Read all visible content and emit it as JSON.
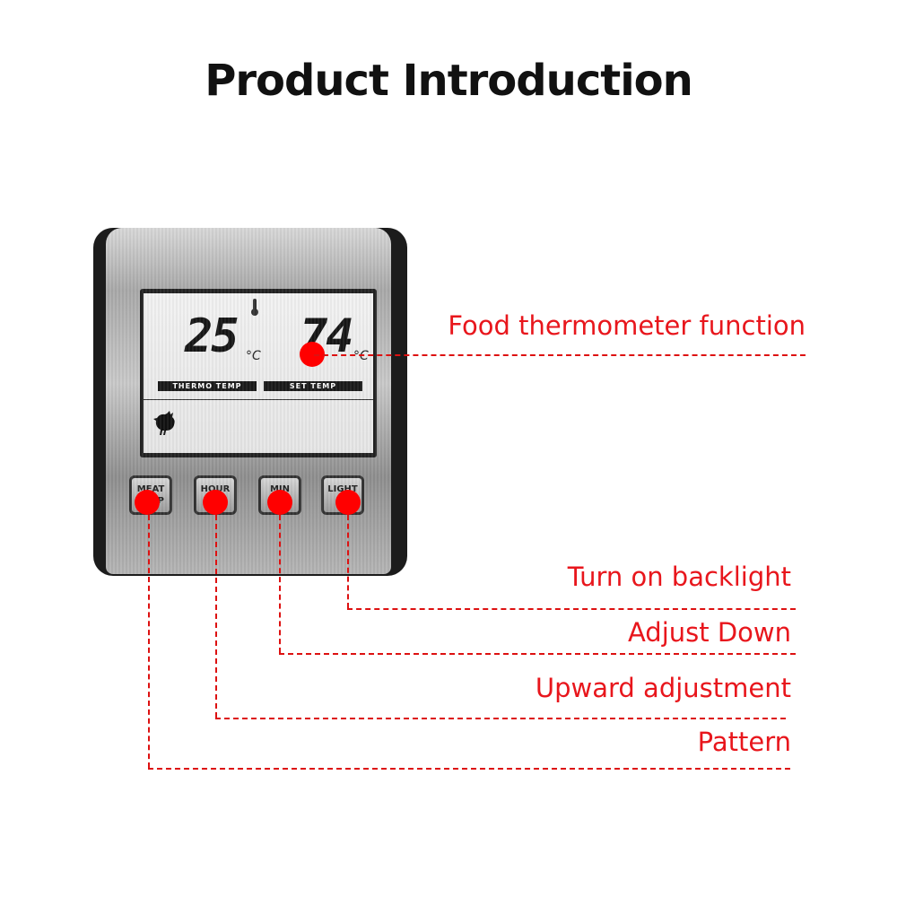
{
  "title": "Product Introduction",
  "display": {
    "thermo_value": "25",
    "thermo_unit": "°C",
    "set_value": "74",
    "set_unit": "°C",
    "thermo_label": "THERMO TEMP",
    "set_label": "SET TEMP"
  },
  "buttons": [
    {
      "label_top": "MEAT",
      "label_bottom": "STOP"
    },
    {
      "label_top": "",
      "label_bottom": "HOUR"
    },
    {
      "label_top": "",
      "label_bottom": "MIN"
    },
    {
      "label_top": "LIGHT",
      "label_bottom": ""
    }
  ],
  "callouts": {
    "food": "Food thermometer function",
    "backlight": "Turn on backlight",
    "down": "Adjust Down",
    "up": "Upward adjustment",
    "pattern": "Pattern"
  },
  "colors": {
    "callout": "#e8161c",
    "marker": "#ff0000"
  },
  "icons": [
    "thermometer-icon",
    "rooster-icon"
  ]
}
